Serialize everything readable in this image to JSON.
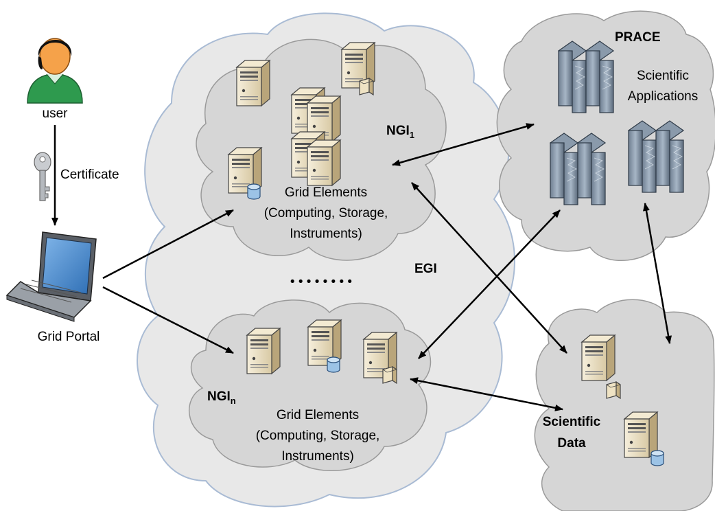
{
  "user": {
    "label": "user"
  },
  "credential": {
    "label": "Certificate"
  },
  "portal": {
    "label": "Grid Portal"
  },
  "egi": {
    "label": "EGI"
  },
  "ngi_1": {
    "name": "NGI",
    "subscript": "1",
    "elements_line1": "Grid Elements",
    "elements_line2": "(Computing, Storage,",
    "elements_line3": "Instruments)"
  },
  "ngi_n": {
    "name": "NGI",
    "subscript": "n",
    "elements_line1": "Grid Elements",
    "elements_line2": "(Computing, Storage,",
    "elements_line3": "Instruments)"
  },
  "ellipsis": "• • • • • • • •",
  "prace": {
    "label": "PRACE",
    "apps_line1": "Scientific",
    "apps_line2": "Applications"
  },
  "data_cloud": {
    "line1": "Scientific",
    "line2": "Data"
  },
  "colors": {
    "cloud_fill": "#d6d6d6",
    "cloud_stroke": "#9a9a9a",
    "egi_fill": "#e9e9e9",
    "egi_stroke": "#a9bbd4",
    "server_body": "#e8dcc0",
    "server_dark": "#b8a57c",
    "user_shirt": "#2e9a4e",
    "user_face": "#f5a24a"
  }
}
